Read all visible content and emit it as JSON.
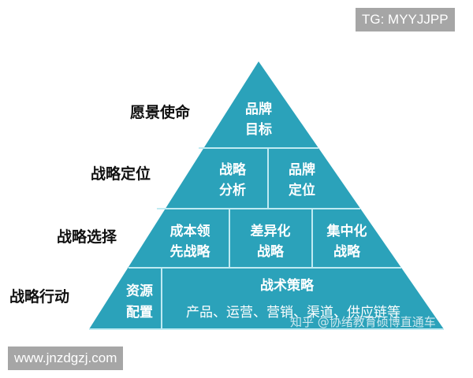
{
  "colors": {
    "pyramid": "#2ba2ba",
    "divider": "#bfeaf2",
    "text": "#ffffff",
    "badge": "#a6a6a6"
  },
  "levels": [
    "愿景使命",
    "战略定位",
    "战略选择",
    "战略行动"
  ],
  "pyramid": {
    "row1": [
      "品牌",
      "目标"
    ],
    "row2": [
      [
        "战略",
        "分析"
      ],
      [
        "品牌",
        "定位"
      ]
    ],
    "row3": [
      [
        "成本领",
        "先战略"
      ],
      [
        "差异化",
        "战略"
      ],
      [
        "集中化",
        "战略"
      ]
    ],
    "row4": {
      "left": [
        "资源",
        "配置"
      ],
      "title": "战术策略",
      "detail": "产品、运营、营销、渠道、供应链等"
    }
  },
  "watermarks": {
    "top_badge": "TG: MYYJJPP",
    "bottom_badge": "www.jnzdgzj.com",
    "zhihu": "知乎 @协绪教育硕博直通车"
  }
}
